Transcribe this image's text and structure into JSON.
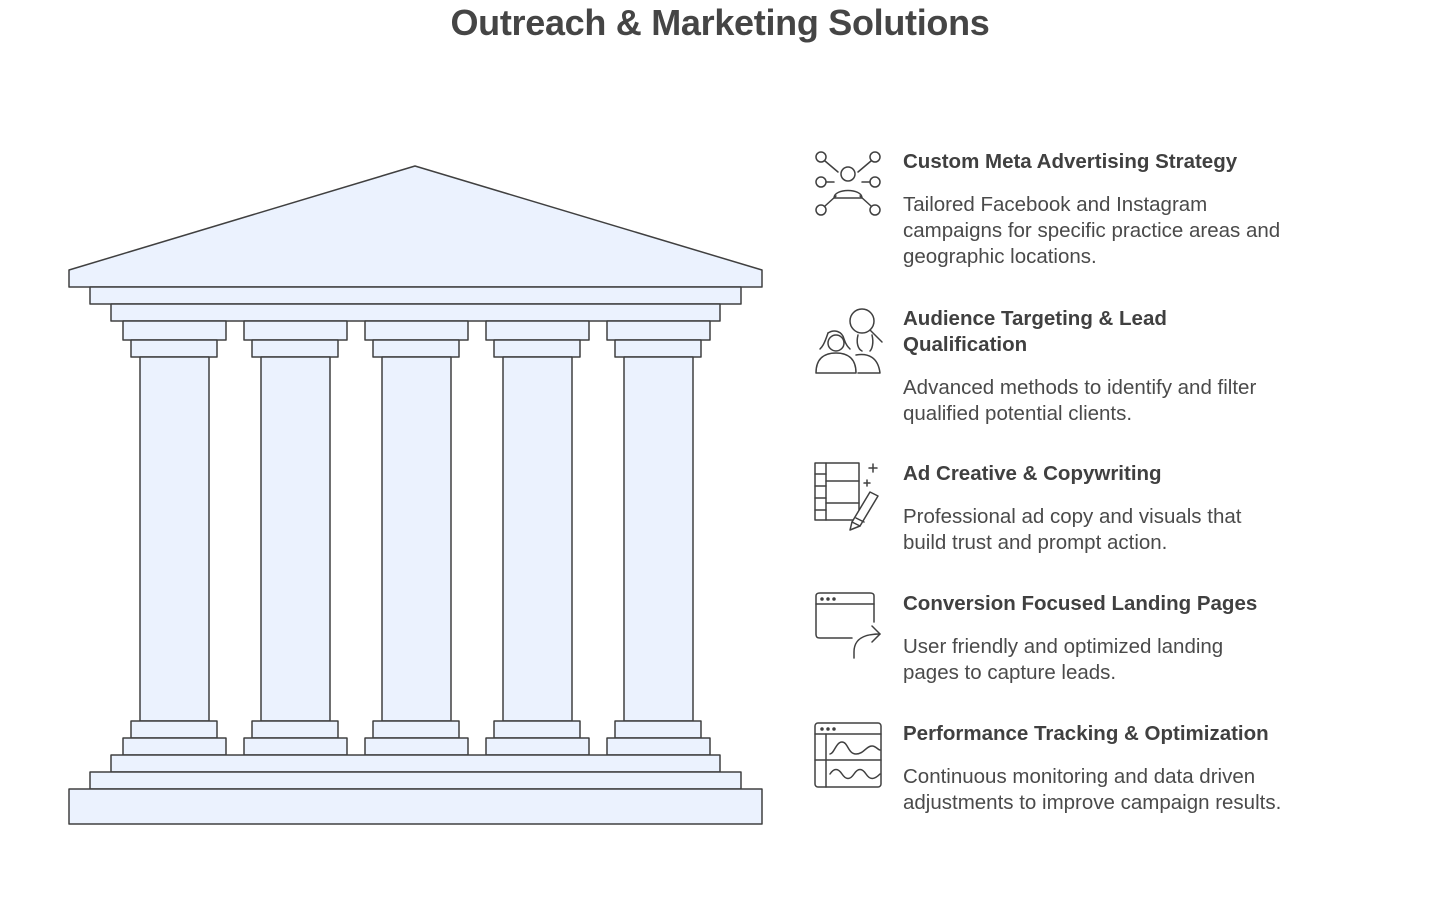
{
  "title": "Outreach & Marketing Solutions",
  "colors": {
    "fill": "#ebf2fe",
    "stroke": "#404040",
    "text": "#404040"
  },
  "items": [
    {
      "icon": "network-user-icon",
      "heading": "Custom Meta Advertising Strategy",
      "description": "Tailored Facebook and Instagram campaigns for specific practice areas and geographic locations."
    },
    {
      "icon": "audience-search-icon",
      "heading": "Audience Targeting & Lead Qualification",
      "description": "Advanced methods to identify and filter qualified potential clients."
    },
    {
      "icon": "creative-pencil-icon",
      "heading": "Ad Creative & Copywriting",
      "description": "Professional ad copy and visuals that build trust and prompt action."
    },
    {
      "icon": "landing-page-icon",
      "heading": "Conversion Focused Landing Pages",
      "description": "User friendly and optimized landing pages to capture leads."
    },
    {
      "icon": "analytics-chart-icon",
      "heading": "Performance Tracking & Optimization",
      "description": "Continuous monitoring and data driven adjustments to improve campaign results."
    }
  ]
}
